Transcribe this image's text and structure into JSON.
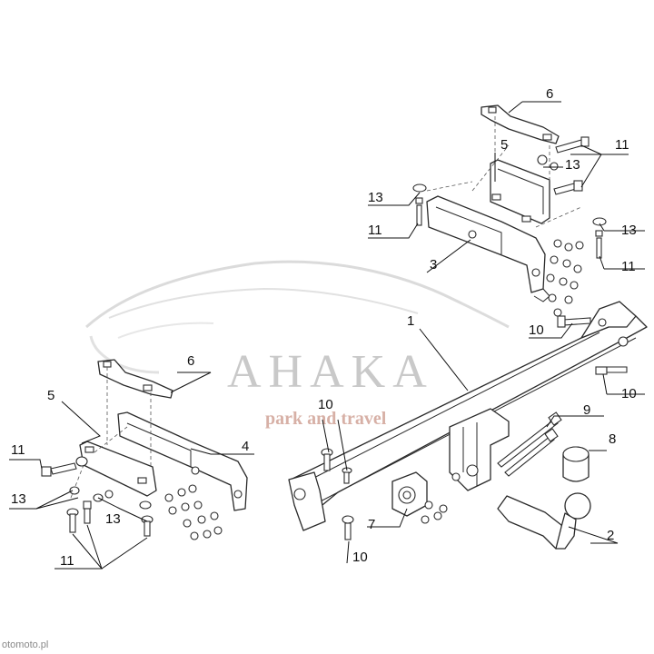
{
  "watermark": {
    "brand": "AHAKA",
    "tagline": "park and travel"
  },
  "callouts": {
    "l1": "1",
    "l2": "2",
    "l3": "3",
    "l4": "4",
    "l5a": "5",
    "l5b": "5",
    "l6a": "6",
    "l6b": "6",
    "l7": "7",
    "l8": "8",
    "l9": "9",
    "l10a": "10",
    "l10b": "10",
    "l10c": "10",
    "l10d": "10",
    "l11a": "11",
    "l11b": "11",
    "l11c": "11",
    "l11d": "11",
    "l11e": "11",
    "l13a": "13",
    "l13b": "13",
    "l13c": "13",
    "l13d": "13",
    "l13e": "13"
  },
  "footer": "otomoto.pl"
}
